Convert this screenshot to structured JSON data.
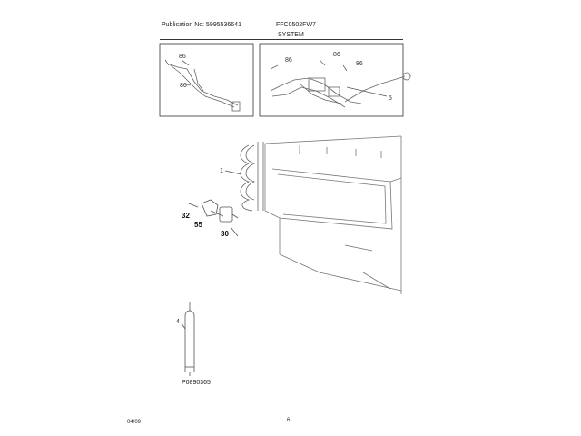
{
  "header": {
    "publication": "Publication No: 5995536641",
    "model": "FFC0502FW7",
    "section": "SYSTEM"
  },
  "callouts": {
    "inset_left": [
      "86",
      "86"
    ],
    "inset_right": [
      "86",
      "86",
      "86",
      "5"
    ],
    "condenser": "1",
    "screw": "32",
    "relay": "55",
    "overload": "30",
    "dryer": "4"
  },
  "drawing_id": "P0890365",
  "footer": {
    "date": "04/09",
    "page": "6"
  }
}
